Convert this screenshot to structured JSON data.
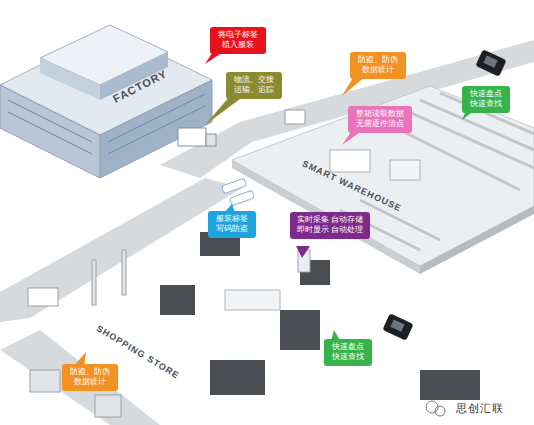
{
  "diagram": {
    "nodes": [
      {
        "text": [
          "将电子标签 植入服装"
        ]
      },
      {
        "text": [
          "物流、交接 运输、追踪"
        ]
      },
      {
        "text": [
          "防盗、防伪 数据统计"
        ]
      },
      {
        "text": [
          "整箱读取数据 无需逐件清点"
        ]
      },
      {
        "text": [
          "快速盘点 快速查找"
        ]
      },
      {
        "text": [
          "服装标签 写码防盗"
        ]
      },
      {
        "text": [
          "实时采集 自动存储 即时显示 自动处理"
        ]
      },
      {
        "text": [
          "快速盘点 快速查找"
        ]
      },
      {
        "text": [
          "防盗、防伪 数据统计"
        ]
      }
    ],
    "labels": [
      "FACTORY",
      "SMART WAREHOUSE",
      "SHOPPING STORE",
      "思创汇联"
    ]
  }
}
